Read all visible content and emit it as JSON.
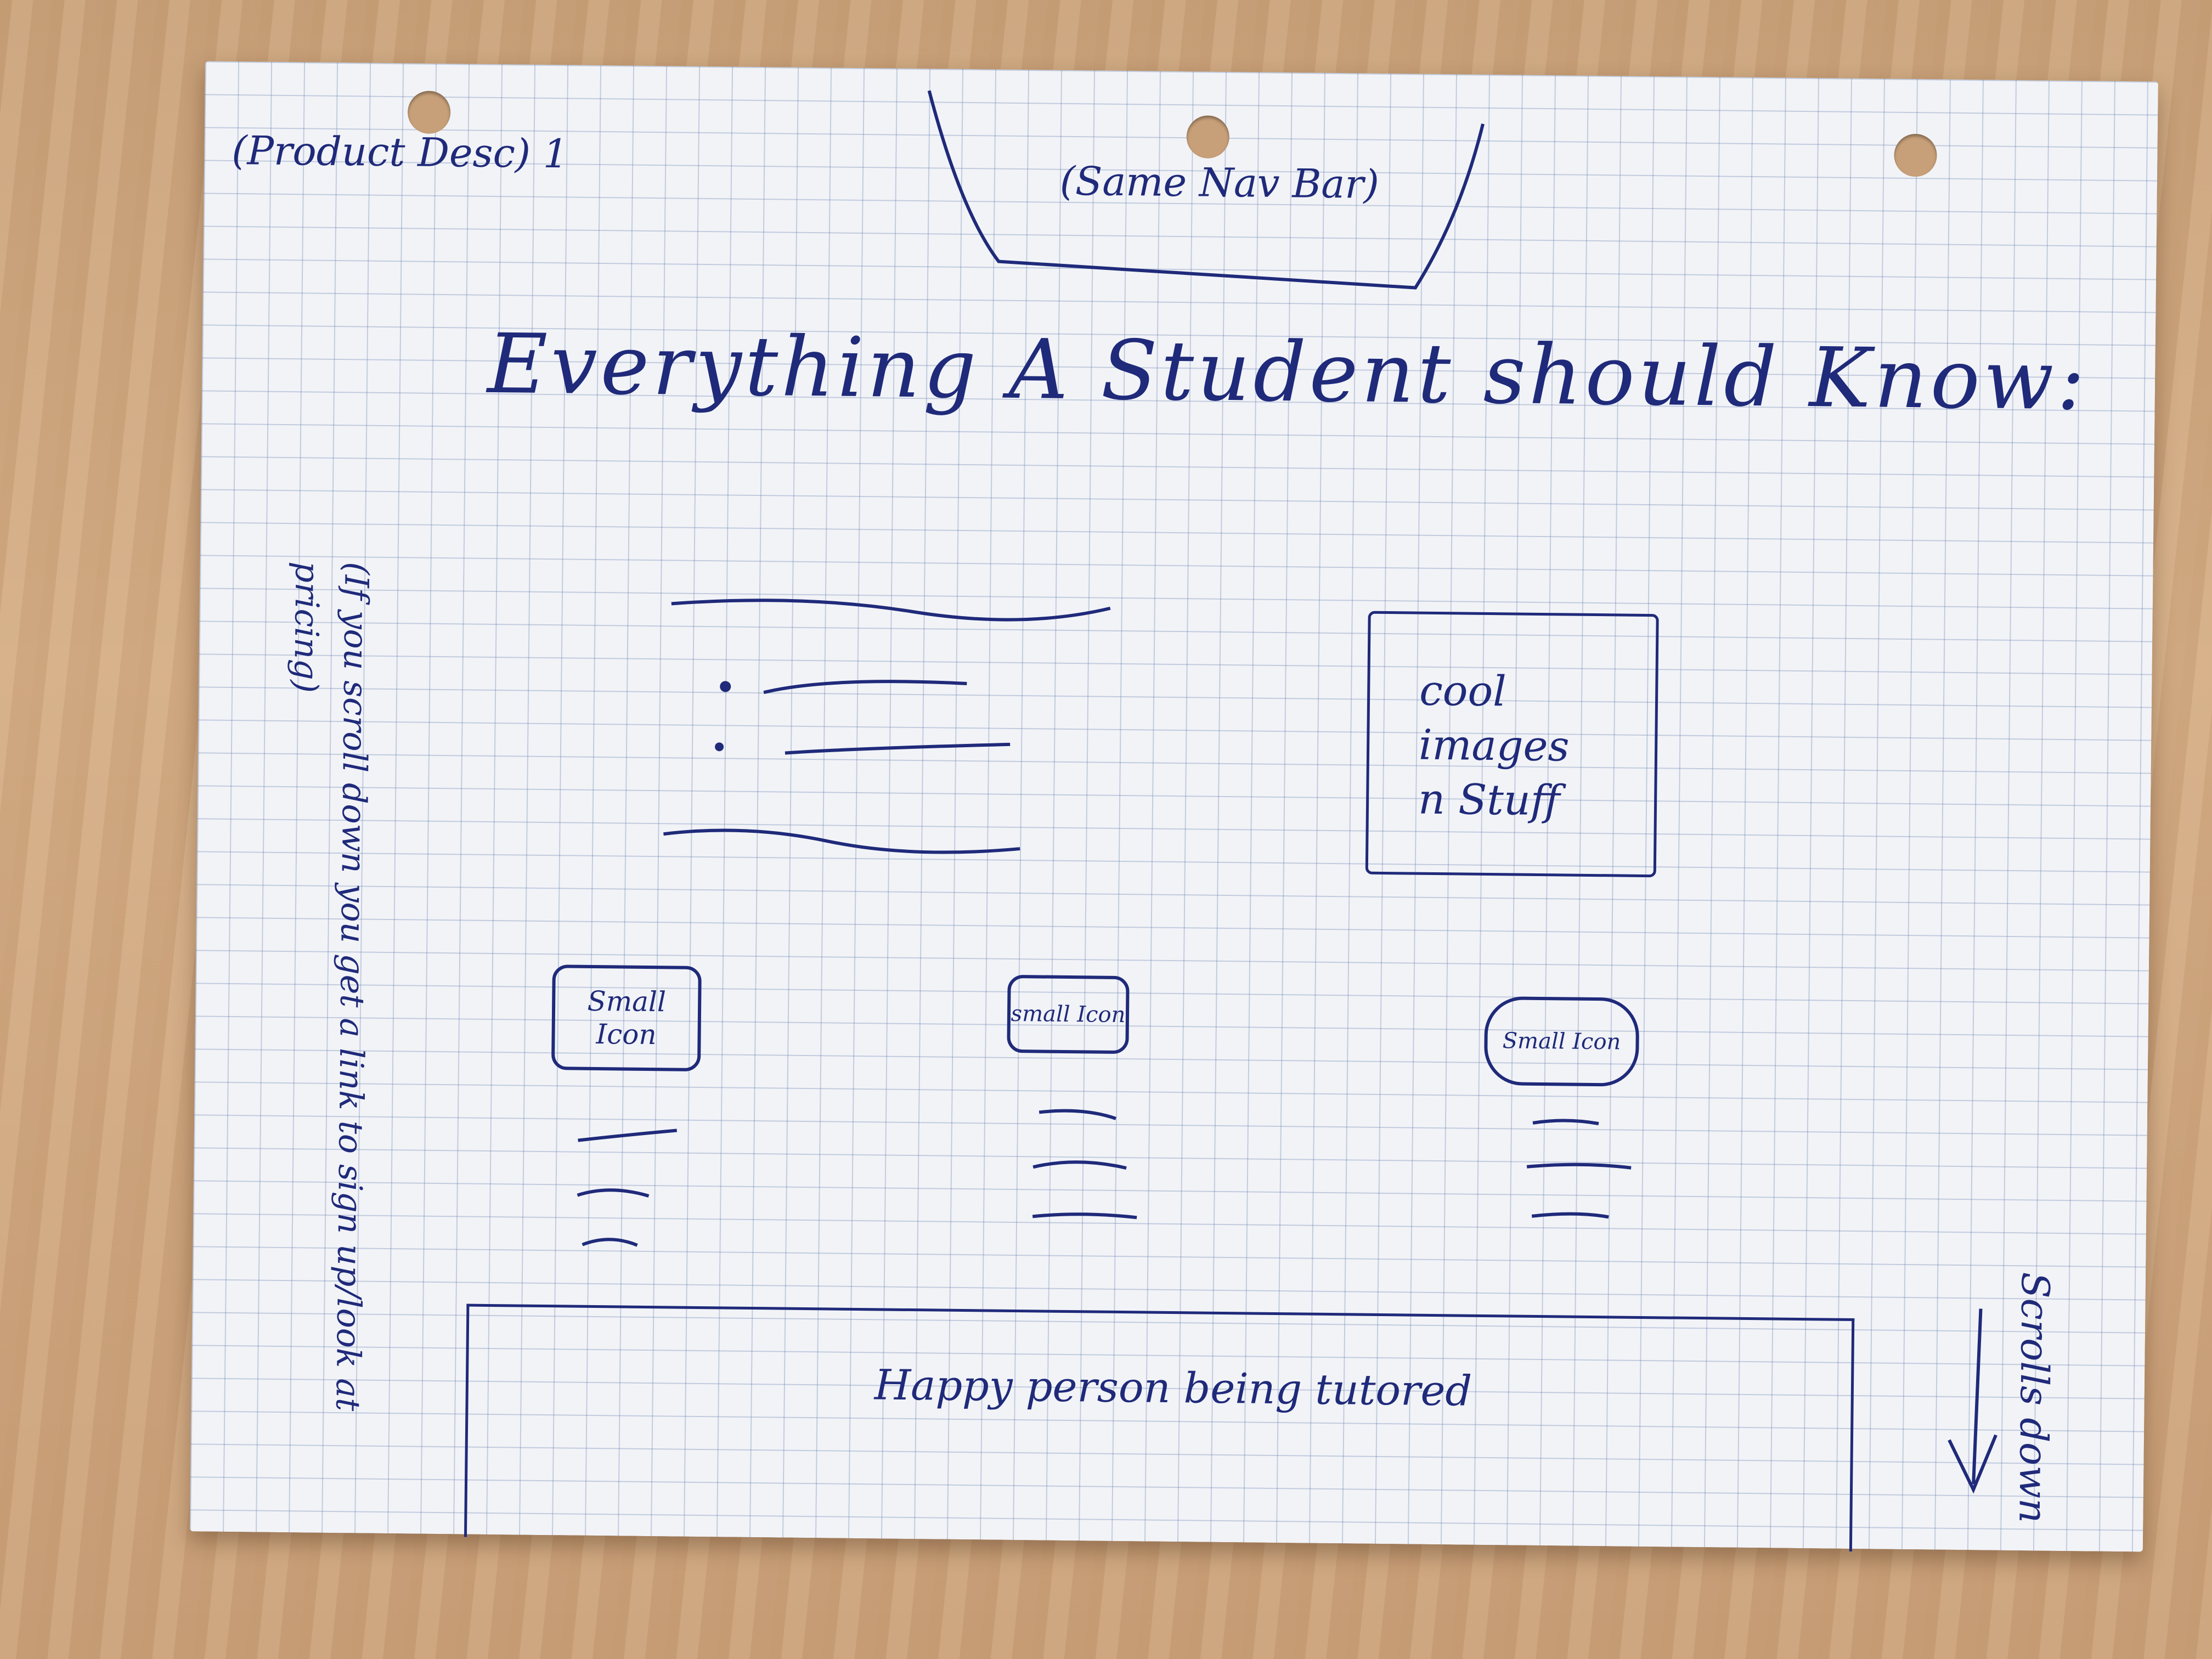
{
  "sketch": {
    "corner_note": "(Product Desc) 1",
    "nav_bar_label": "(Same Nav Bar)",
    "heading": "Everything A Student should Know:",
    "image_box_label": "cool images n Stuff",
    "icons": [
      {
        "label": "Small Icon"
      },
      {
        "label": "small Icon"
      },
      {
        "label": "Small Icon"
      }
    ],
    "side_note": "(If you scroll down you get a link to sign up/look at pricing)",
    "banner_label": "Happy person being tutored",
    "scroll_note": "Scrolls down",
    "ink_color": "#1f2a7a",
    "paper_color": "#f2f3f7",
    "grid_color": "#5a78aa"
  }
}
